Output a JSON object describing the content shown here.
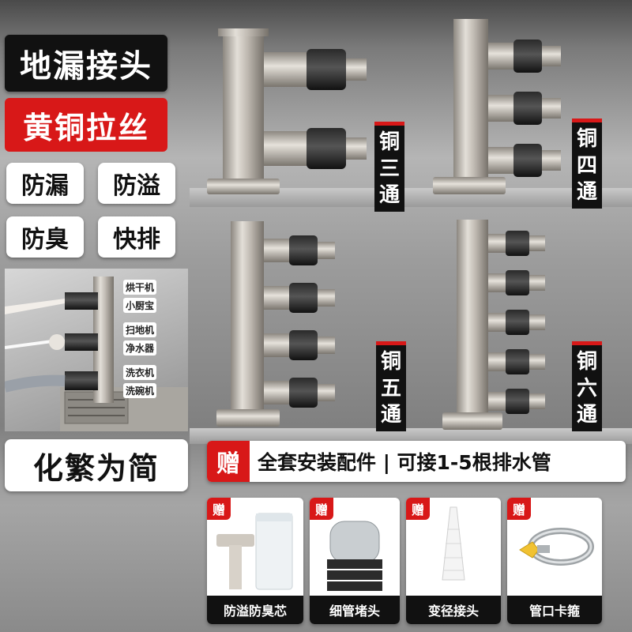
{
  "badges": {
    "title": "地漏接头",
    "material": "黄铜拉丝",
    "features": [
      "防漏",
      "防溢",
      "防臭",
      "快排"
    ],
    "slogan": "化繁为简"
  },
  "products": [
    {
      "label": [
        "铜",
        "三",
        "通"
      ],
      "outlets": 2
    },
    {
      "label": [
        "铜",
        "四",
        "通"
      ],
      "outlets": 3
    },
    {
      "label": [
        "铜",
        "五",
        "通"
      ],
      "outlets": 4
    },
    {
      "label": [
        "铜",
        "六",
        "通"
      ],
      "outlets": 5
    }
  ],
  "usage_tags": [
    "烘干机",
    "小厨宝",
    "扫地机",
    "净水器",
    "洗衣机",
    "洗碗机"
  ],
  "gift_banner": {
    "badge": "赠",
    "text": "全套安装配件 | 可接1-5根排水管"
  },
  "gifts": [
    {
      "badge": "赠",
      "name": "防溢防臭芯"
    },
    {
      "badge": "赠",
      "name": "细管堵头"
    },
    {
      "badge": "赠",
      "name": "变径接头"
    },
    {
      "badge": "赠",
      "name": "管口卡箍"
    }
  ],
  "colors": {
    "accent": "#d81818",
    "dark": "#111111",
    "metal": "#b9b4ad"
  }
}
